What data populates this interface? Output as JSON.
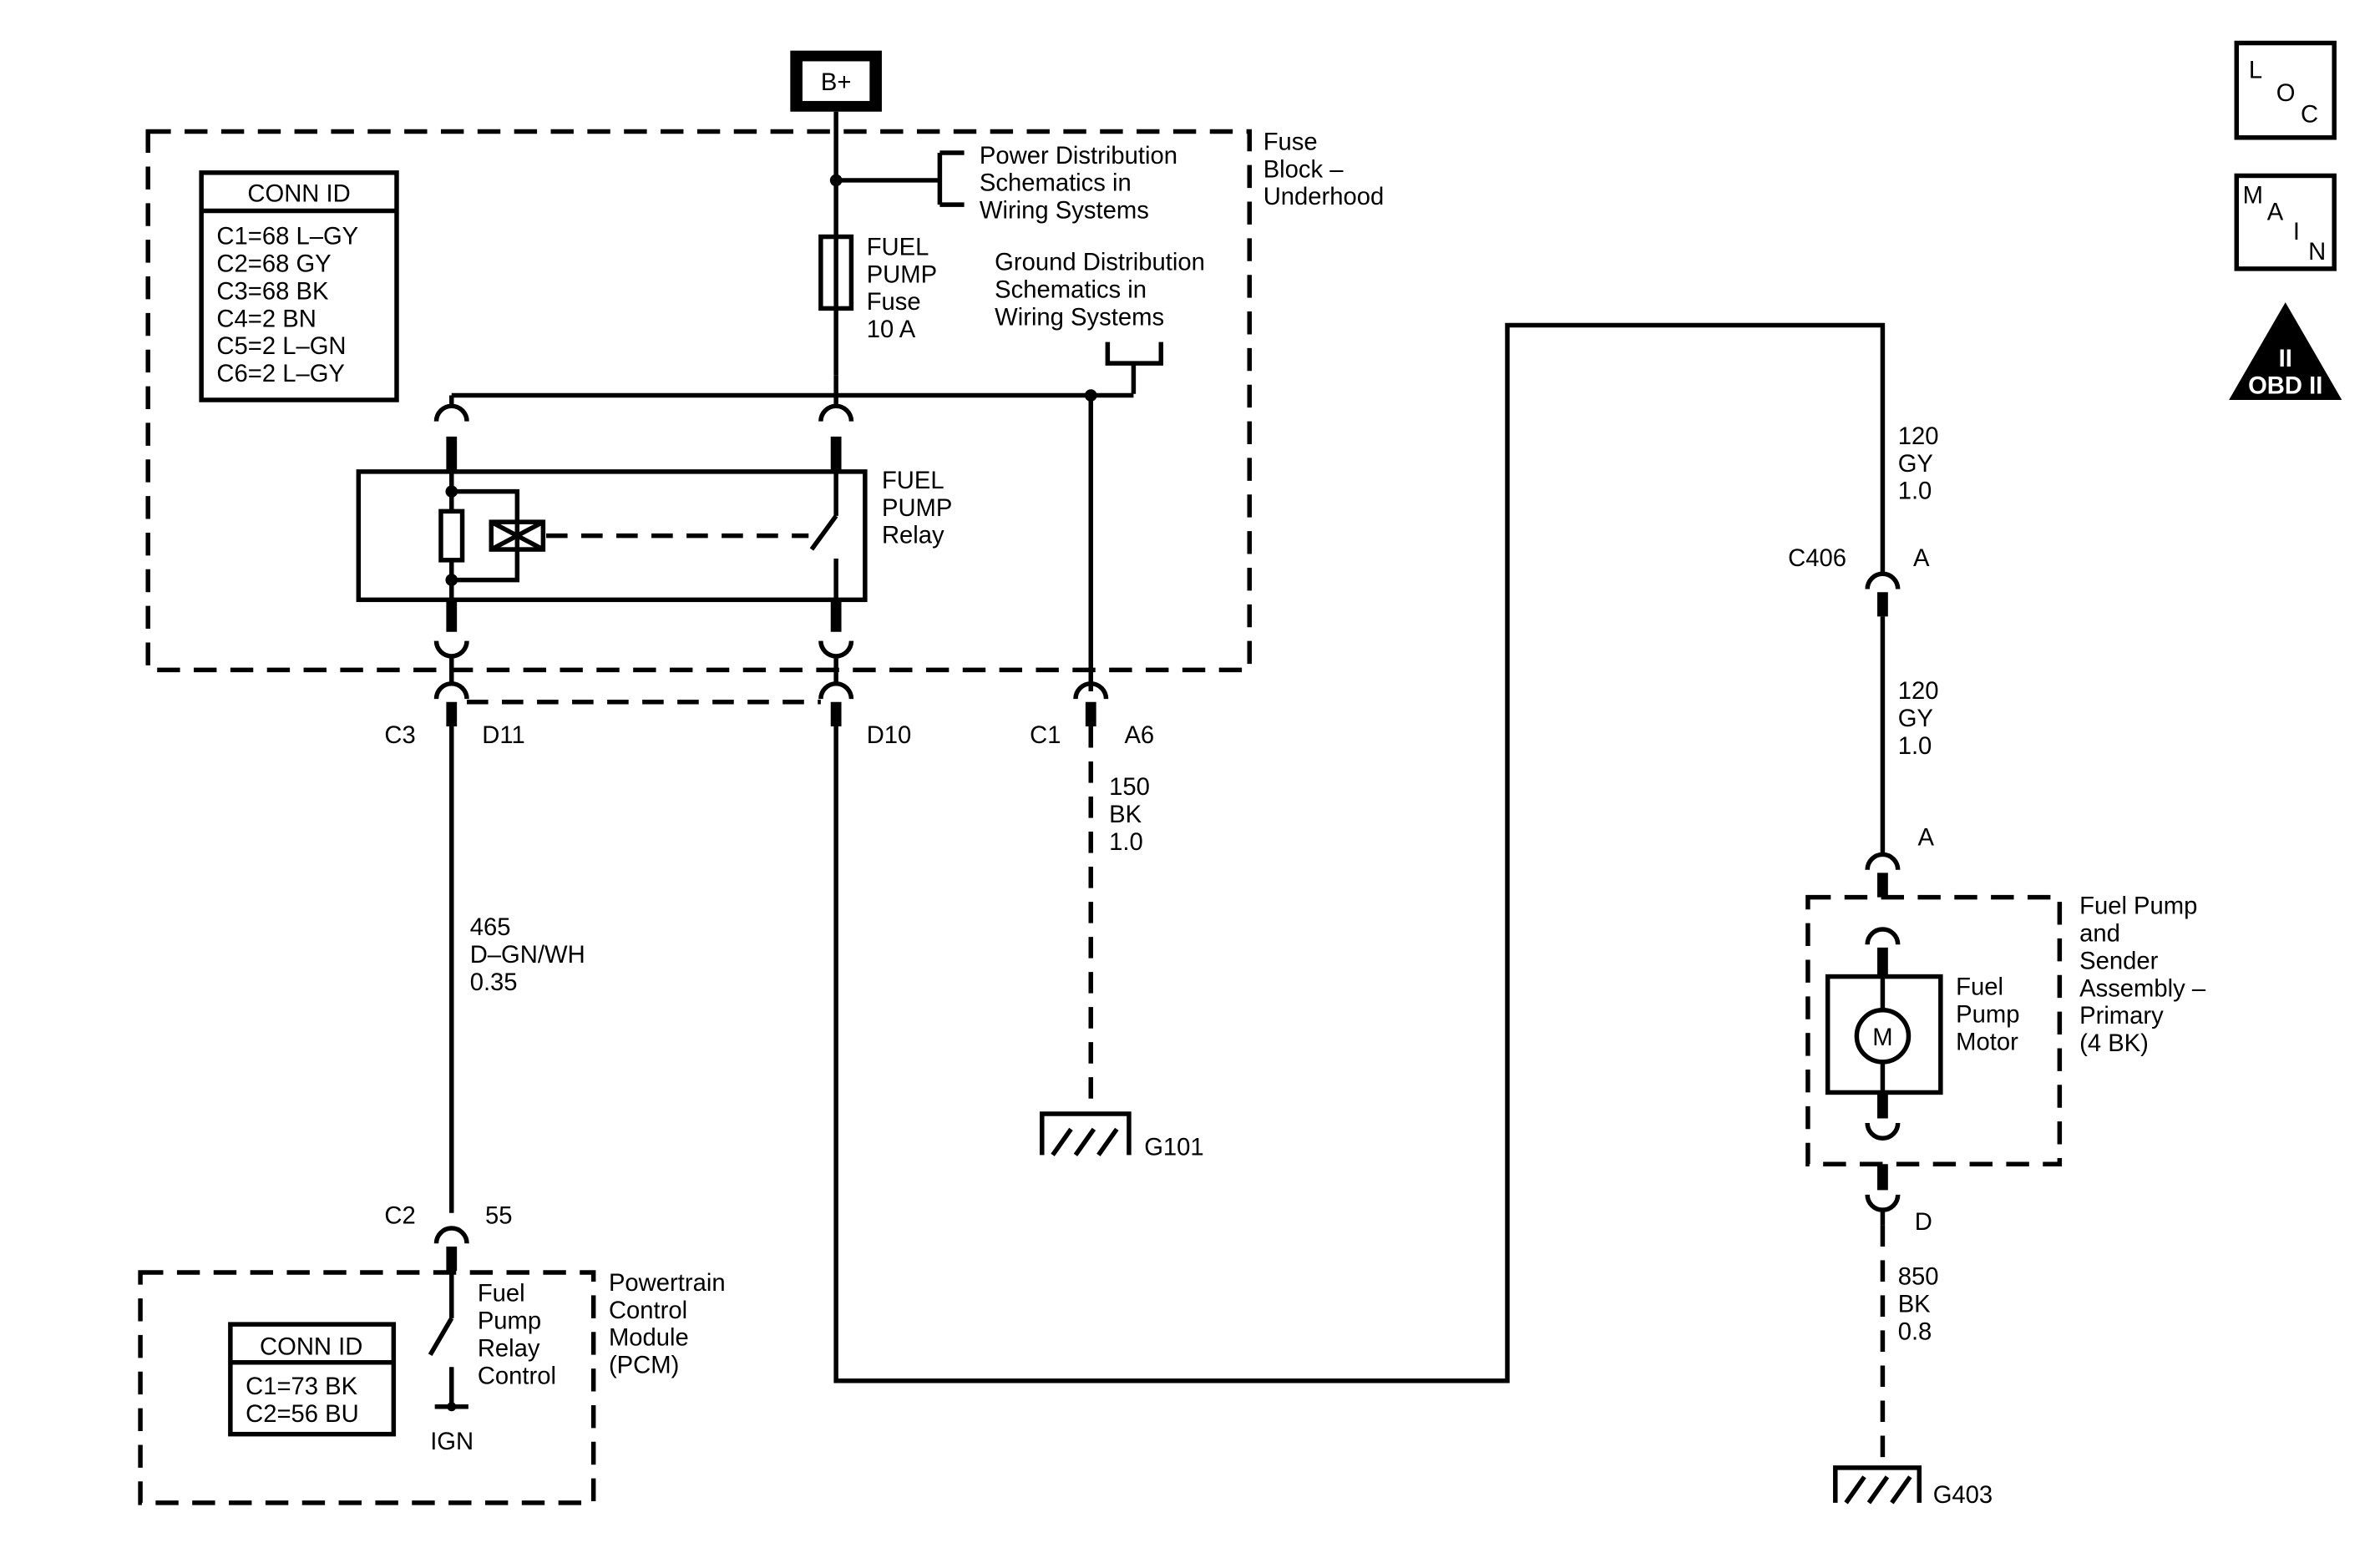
{
  "b_plus": "B+",
  "fuse_block": {
    "label": [
      "Fuse",
      "Block –",
      "Underhood"
    ]
  },
  "power_ref": [
    "Power Distribution",
    "Schematics in",
    "Wiring Systems"
  ],
  "ground_ref": [
    "Ground Distribution",
    "Schematics in",
    "Wiring Systems"
  ],
  "fuse": {
    "label": [
      "FUEL",
      "PUMP",
      "Fuse",
      "10 A"
    ]
  },
  "relay": {
    "label": [
      "FUEL",
      "PUMP",
      "Relay"
    ]
  },
  "conn_id_fuse_block": {
    "title": "CONN ID",
    "rows": [
      "C1=68 L–GY",
      "C2=68 GY",
      "C3=68 BK",
      "C4=2 BN",
      "C5=2 L–GN",
      "C6=2 L–GY"
    ]
  },
  "connectors": {
    "c3": "C3",
    "d11": "D11",
    "d10": "D10",
    "c1": "C1",
    "a6": "A6",
    "c2": "C2",
    "p55": "55",
    "c406": "C406",
    "c406_a": "A",
    "pump_a": "A",
    "pump_d": "D"
  },
  "wires": {
    "w465": [
      "465",
      "D–GN/WH",
      "0.35"
    ],
    "w150": [
      "150",
      "BK",
      "1.0"
    ],
    "w120_top": [
      "120",
      "GY",
      "1.0"
    ],
    "w120_bottom": [
      "120",
      "GY",
      "1.0"
    ],
    "w850": [
      "850",
      "BK",
      "0.8"
    ]
  },
  "grounds": {
    "g101": "G101",
    "g403": "G403"
  },
  "pcm": {
    "label": [
      "Powertrain",
      "Control",
      "Module",
      "(PCM)"
    ],
    "control_label": [
      "Fuel",
      "Pump",
      "Relay",
      "Control"
    ],
    "ign": "IGN",
    "conn_id": {
      "title": "CONN ID",
      "rows": [
        "C1=73 BK",
        "C2=56 BU"
      ]
    }
  },
  "pump_assembly": {
    "label": [
      "Fuel Pump",
      "and",
      "Sender",
      "Assembly –",
      "Primary",
      "(4 BK)"
    ],
    "motor_label": [
      "Fuel",
      "Pump",
      "Motor"
    ],
    "motor_symbol": "M"
  },
  "nav": {
    "loc": [
      "L",
      "O",
      "C"
    ],
    "main": [
      "M",
      "A",
      "I",
      "N"
    ],
    "obd_numeral": "II",
    "obd_label": "OBD II"
  }
}
